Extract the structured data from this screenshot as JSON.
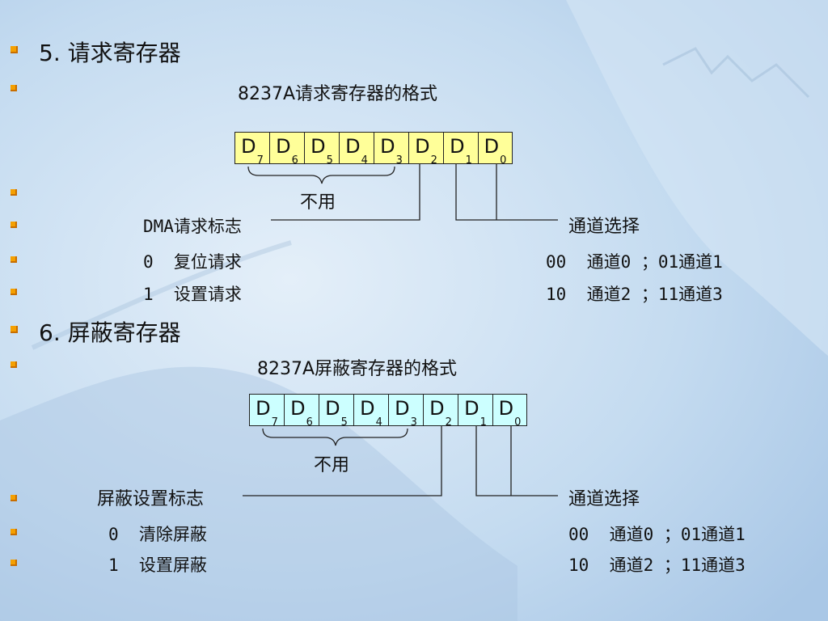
{
  "sections": [
    {
      "heading": "5. 请求寄存器",
      "subtitle": "8237A请求寄存器的格式",
      "bits": [
        "D7",
        "D6",
        "D5",
        "D4",
        "D3",
        "D2",
        "D1",
        "D0"
      ],
      "unused_label": "不用",
      "flag_label": "DMA请求标志",
      "flag_options": [
        "0  复位请求",
        "1  设置请求"
      ],
      "channel_label": "通道选择",
      "channel_options": [
        "00  通道0 ；01通道1",
        "10  通道2 ；11通道3"
      ],
      "register_color": "#ffff99"
    },
    {
      "heading": "6. 屏蔽寄存器",
      "subtitle": "8237A屏蔽寄存器的格式",
      "bits": [
        "D7",
        "D6",
        "D5",
        "D4",
        "D3",
        "D2",
        "D1",
        "D0"
      ],
      "unused_label": "不用",
      "flag_label": "屏蔽设置标志",
      "flag_options": [
        "0  清除屏蔽",
        "1  设置屏蔽"
      ],
      "channel_label": "通道选择",
      "channel_options": [
        "00  通道0 ；01通道1",
        "10  通道2 ；11通道3"
      ],
      "register_color": "#ccffff"
    }
  ],
  "bullet_color": "#f5a000",
  "background_color": "#bcd6ee"
}
